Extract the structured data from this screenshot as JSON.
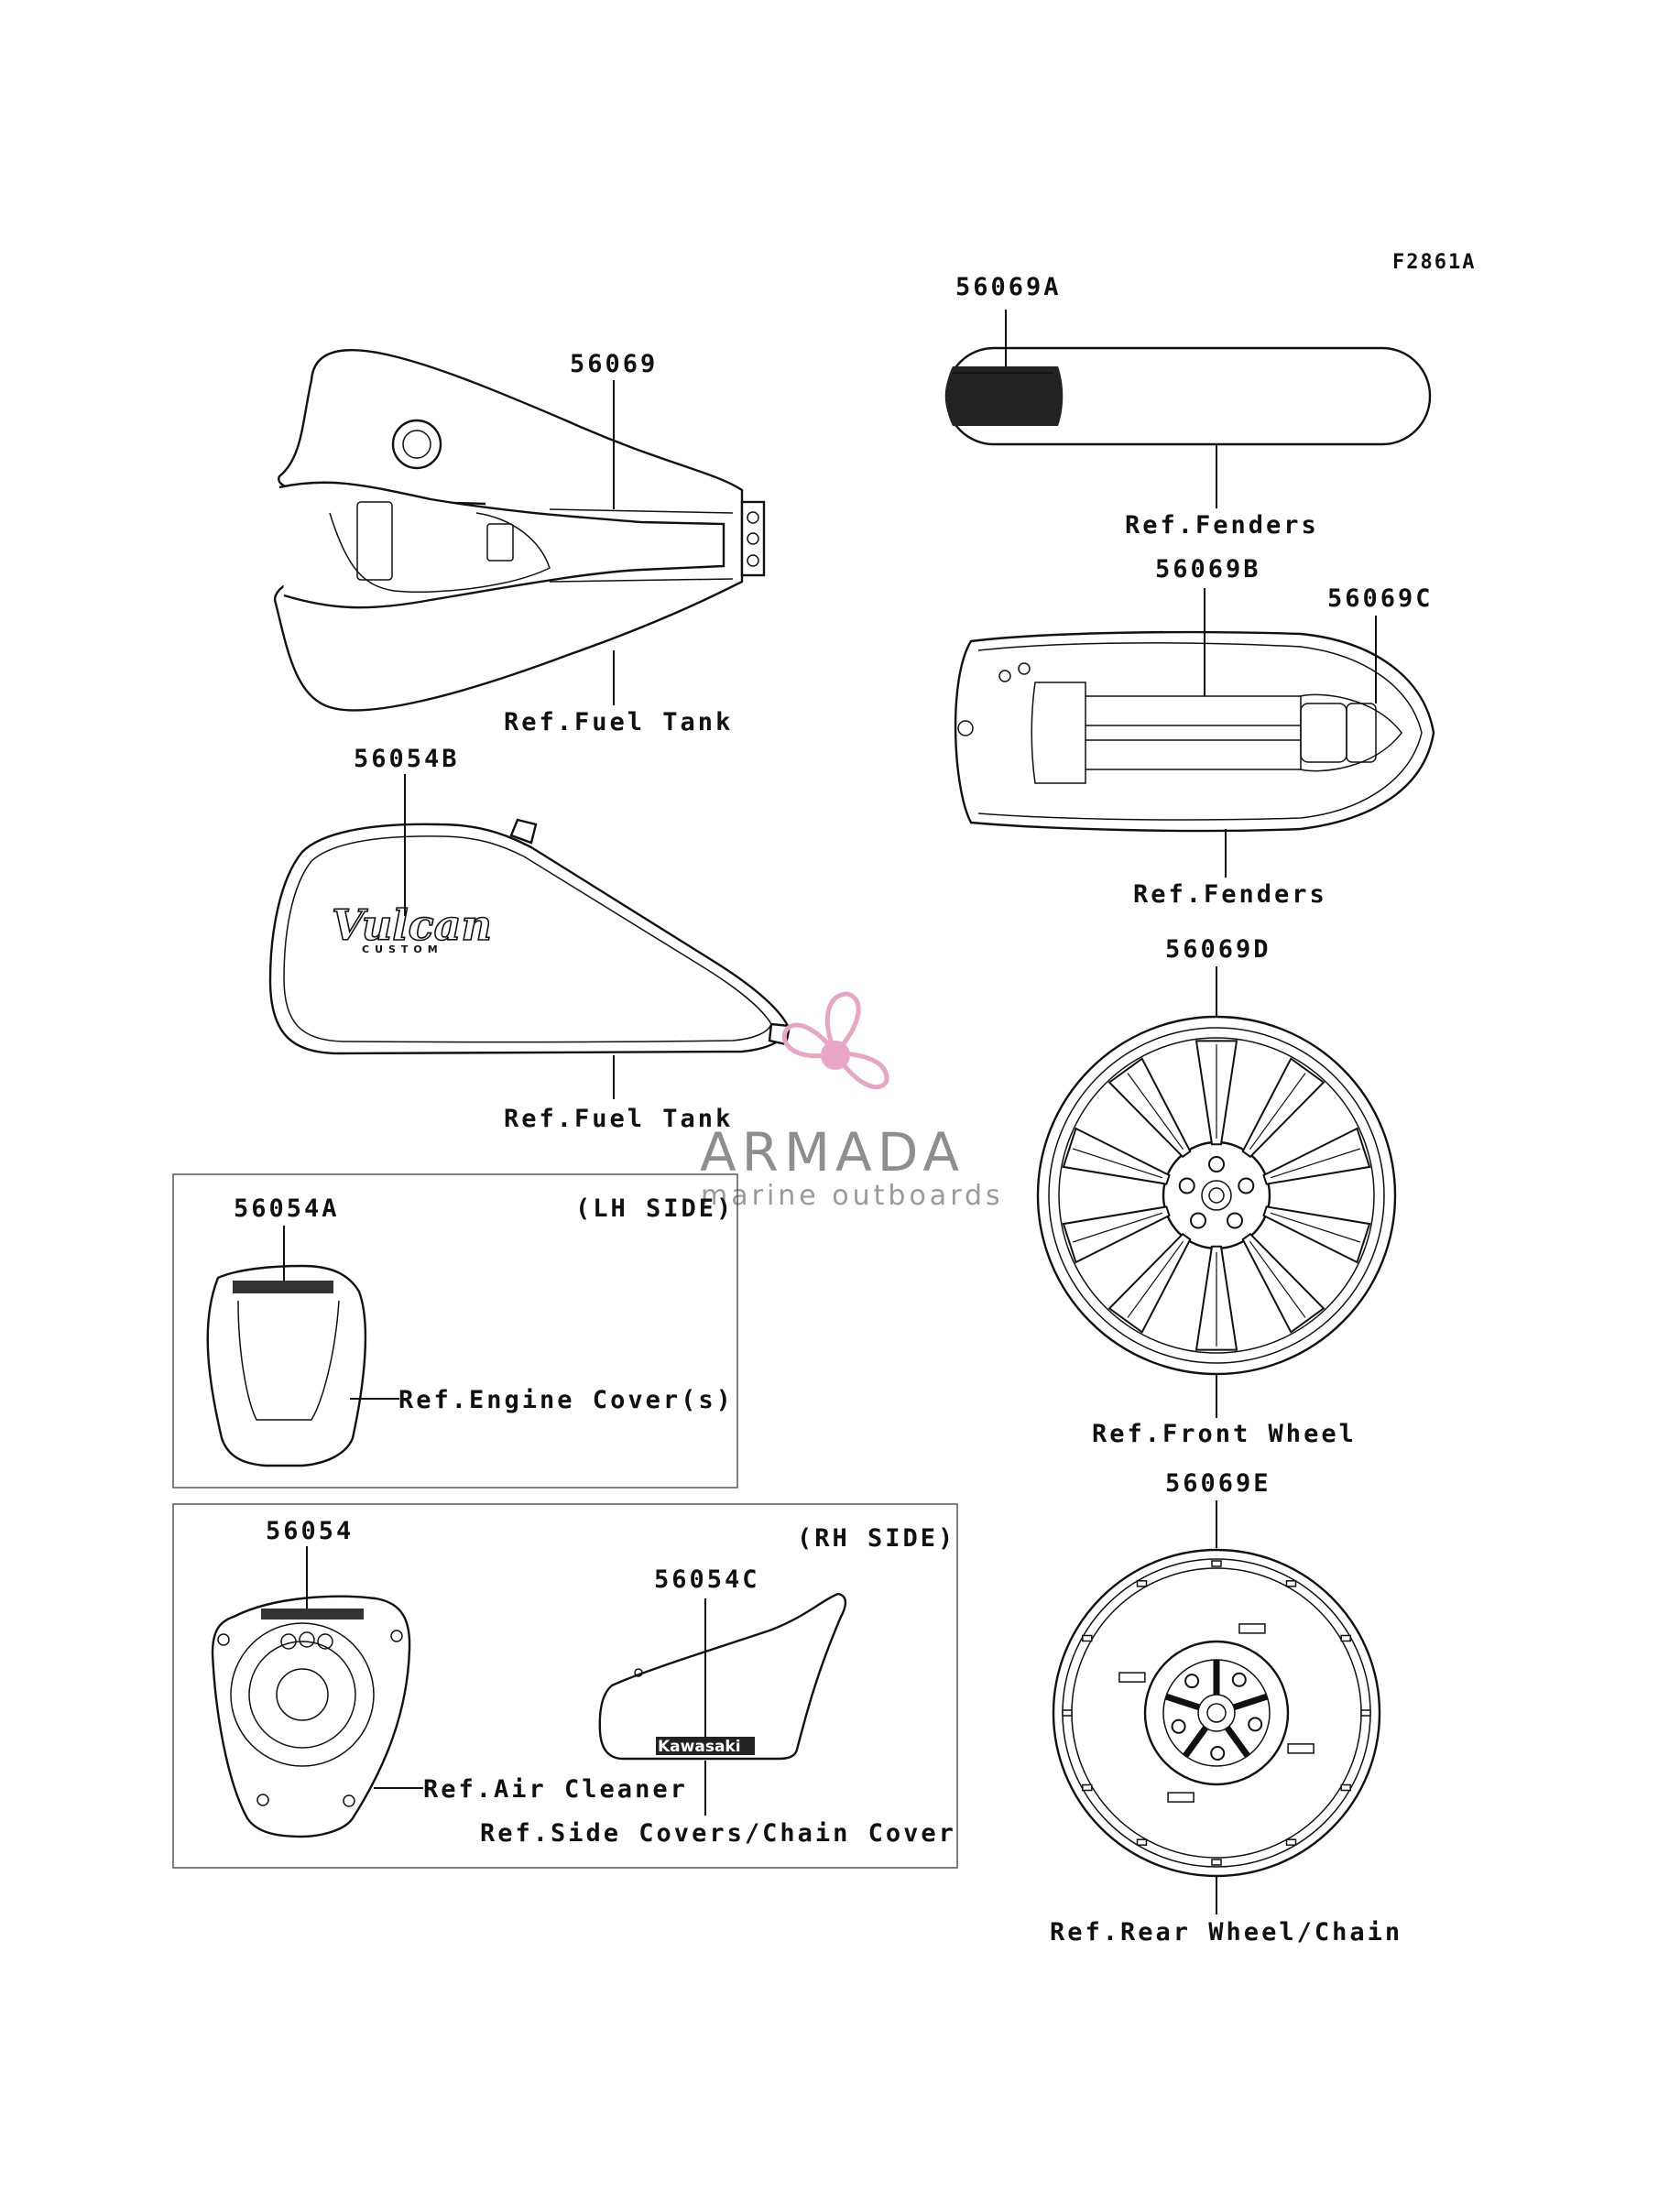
{
  "figure_code": "F2861A",
  "parts": {
    "p56069": "56069",
    "p56069A": "56069A",
    "p56069B": "56069B",
    "p56069C": "56069C",
    "p56069D": "56069D",
    "p56069E": "56069E",
    "p56054": "56054",
    "p56054A": "56054A",
    "p56054B": "56054B",
    "p56054C": "56054C"
  },
  "refs": {
    "fuel_tank_1": "Ref.Fuel Tank",
    "fuel_tank_2": "Ref.Fuel Tank",
    "fenders_1": "Ref.Fenders",
    "fenders_2": "Ref.Fenders",
    "front_wheel": "Ref.Front Wheel",
    "rear_wheel": "Ref.Rear Wheel/Chain",
    "engine_cover": "Ref.Engine Cover(s)",
    "air_cleaner": "Ref.Air Cleaner",
    "side_covers": "Ref.Side Covers/Chain Cover"
  },
  "sides": {
    "lh": "(LH SIDE)",
    "rh": "(RH SIDE)"
  },
  "decals": {
    "vulcan": "Vulcan",
    "custom": "CUSTOM",
    "kawasaki": "Kawasaki"
  },
  "watermark": {
    "brand": "ARMADA",
    "tagline": "marine outboards",
    "color": "#e8a6c4"
  }
}
